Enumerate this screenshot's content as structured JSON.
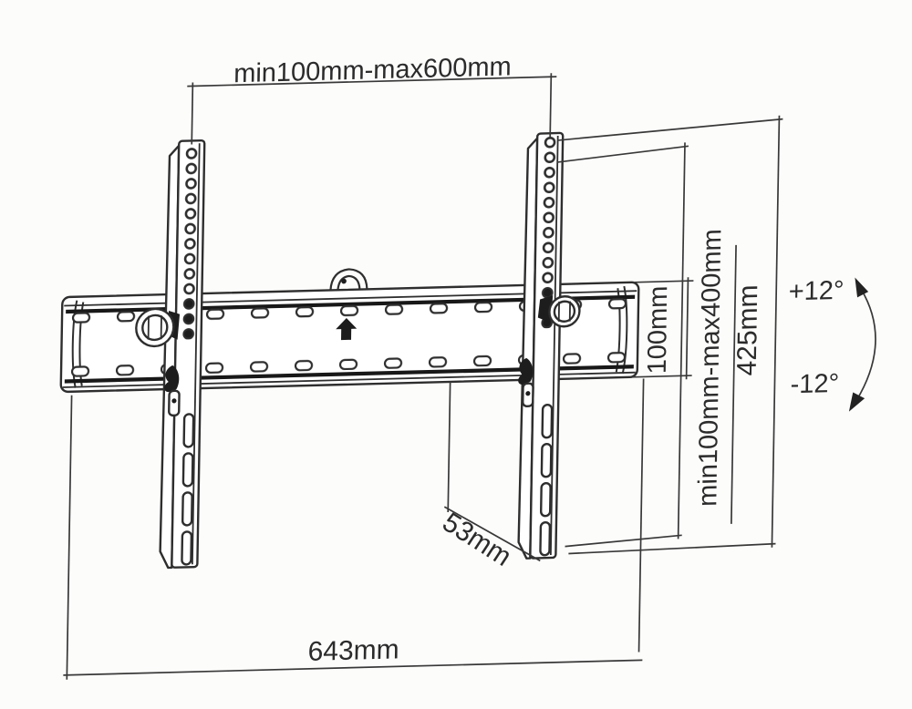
{
  "labels": {
    "top_width": "min100mm-max600mm",
    "vesa_height": "min100mm-max400mm",
    "bracket_height": "425mm",
    "rail_height": "100mm",
    "rail_length": "643mm",
    "depth": "53mm",
    "tilt_up": "+12°",
    "tilt_down": "-12°"
  },
  "colors": {
    "background": "#fcfcfb",
    "line": "#2e2e2e",
    "text": "#2b2b2b"
  }
}
